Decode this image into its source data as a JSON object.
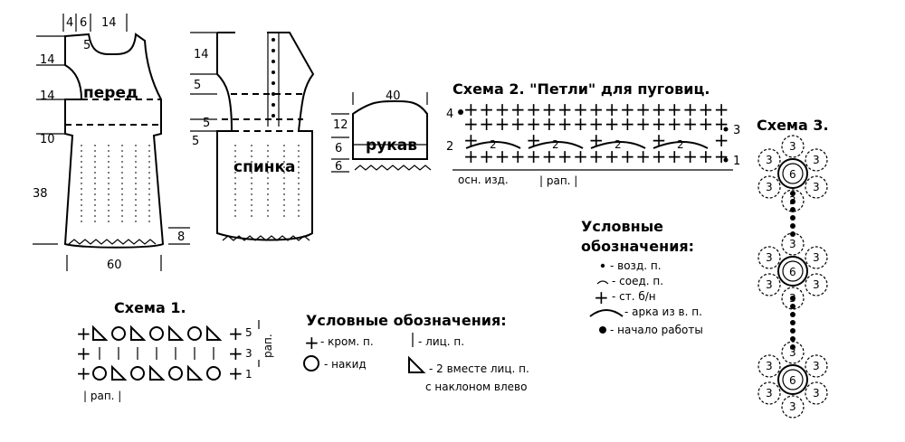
{
  "pattern": {
    "front": {
      "label": "перед",
      "dims": {
        "d14a": "14",
        "d14b": "14",
        "d10": "10",
        "d38": "38",
        "d4": "4",
        "d6": "6",
        "d14top": "14",
        "d5": "5",
        "d8": "8",
        "d60": "60"
      }
    },
    "back": {
      "label": "спинка",
      "dims": {
        "d14": "14",
        "d5a": "5",
        "d5b": "5",
        "d5c": "5"
      }
    },
    "sleeve": {
      "label": "рукав",
      "dims": {
        "d40": "40",
        "d12": "12",
        "d6a": "6",
        "d6b": "6"
      }
    }
  },
  "scheme1": {
    "title": "Схема 1.",
    "rows": [
      {
        "symbols": "+◺○◺○◺○◺+",
        "num": "5"
      },
      {
        "symbols": "+ | | | | | | | +",
        "num": "3"
      },
      {
        "symbols": "+○◺○◺○◺○+",
        "num": "1"
      }
    ],
    "rep_side": "рап.",
    "rep_bottom": "| рап. |"
  },
  "legend1": {
    "title": "Условные обозначения:",
    "items": [
      {
        "icon": "plus",
        "text": "- кром. п."
      },
      {
        "icon": "bar",
        "text": "- лиц. п."
      },
      {
        "icon": "circle",
        "text": "- накид"
      },
      {
        "icon": "triangle",
        "text": "- 2  вместе лиц. п."
      },
      {
        "icon": "none",
        "text": "с наклоном влево"
      }
    ]
  },
  "scheme2": {
    "title": "Схема 2. \"Петли\" для пуговиц.",
    "row_numbers_left": [
      "4",
      "2"
    ],
    "row_numbers_right": [
      "3",
      "1"
    ],
    "arch_label": "2",
    "base_label": "осн. изд.",
    "rep_label": "| рап. |"
  },
  "legend2": {
    "title_line1": "Условные",
    "title_line2": "обозначения:",
    "items": [
      {
        "icon": "dot",
        "text": "- возд. п."
      },
      {
        "icon": "arc",
        "text": "- соед. п."
      },
      {
        "icon": "plus",
        "text": "- ст. б/н"
      },
      {
        "icon": "arch",
        "text": "- арка из в. п."
      },
      {
        "icon": "bigdot",
        "text": "- начало работы"
      }
    ]
  },
  "scheme3": {
    "title": "Схема 3.",
    "center_label": "6",
    "petal_label": "3"
  }
}
